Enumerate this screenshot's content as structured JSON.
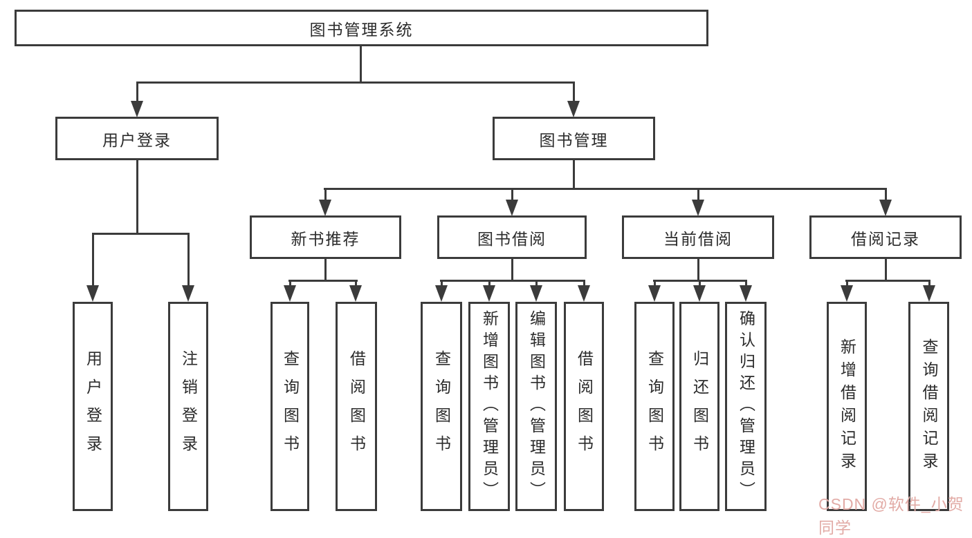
{
  "colors": {
    "line": "#3b3b3b",
    "text": "#2b2b2b",
    "background": "#ffffff",
    "watermark": "#e2aba6"
  },
  "watermark": "CSDN @软件_小贺同学",
  "nodes": {
    "root": "图书管理系统",
    "user_login": "用户登录",
    "book_mgmt": "图书管理",
    "new_book_rec": "新书推荐",
    "book_borrow": "图书借阅",
    "current_borrow": "当前借阅",
    "borrow_record": "借阅记录",
    "ul_login": "用户登录",
    "ul_logout": "注销登录",
    "nr_query": "查询图书",
    "nr_borrow": "借阅图书",
    "bb_query": "查询图书",
    "bb_add": "新增图书（管理员）",
    "bb_edit": "编辑图书（管理员）",
    "bb_borrow": "借阅图书",
    "cb_query": "查询图书",
    "cb_return": "归还图书",
    "cb_confirm": "确认归还（管理员）",
    "br_add": "新增借阅记录",
    "br_query": "查询借阅记录"
  }
}
